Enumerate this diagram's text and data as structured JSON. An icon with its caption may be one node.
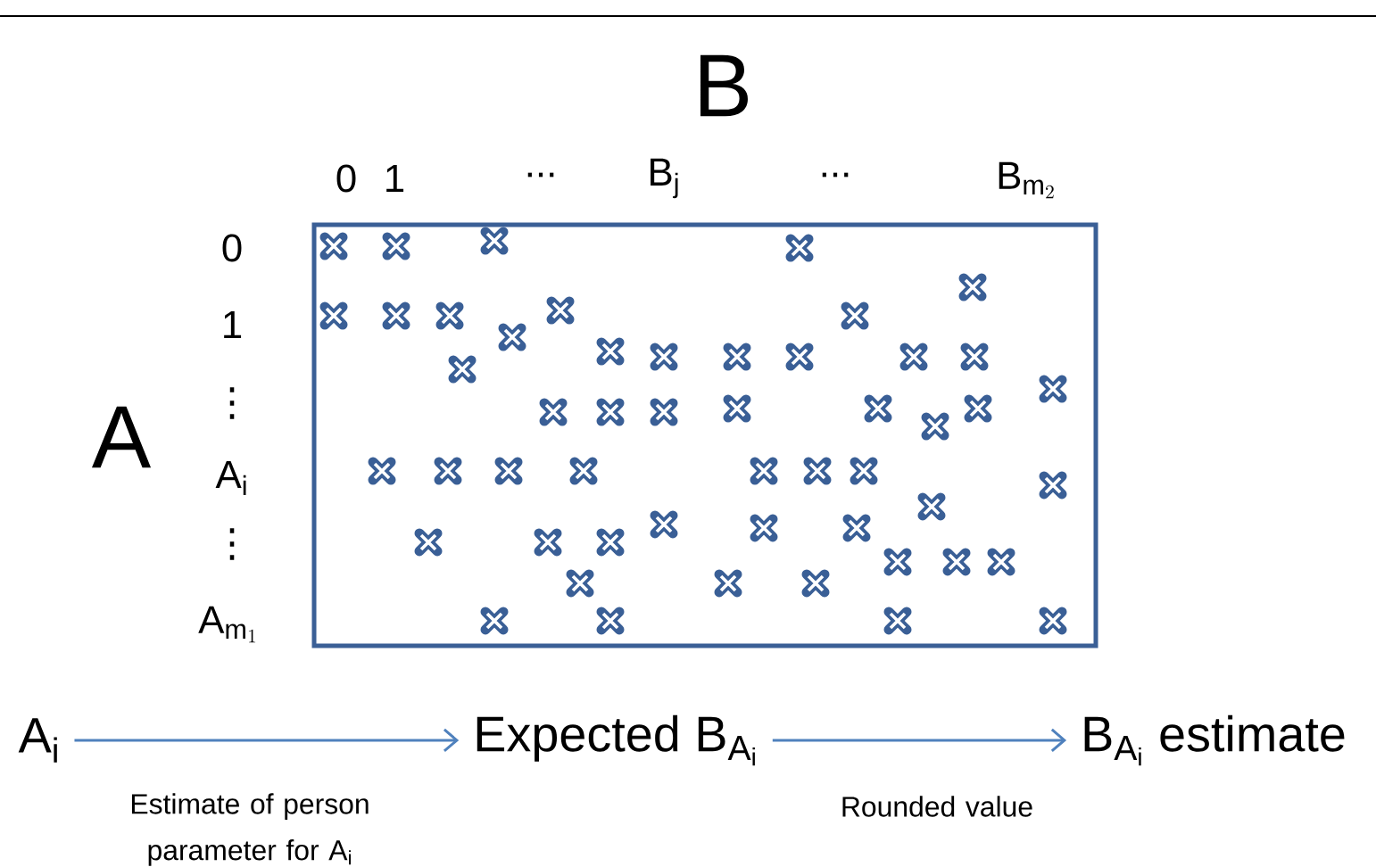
{
  "diagram": {
    "nodes": [
      {
        "text": [
          "A$_{i}$"
        ]
      },
      {
        "text": [
          "\\mathrm{Expected}\\ \\mathrm{B}_{\\mathrm{A}_{\\mathrm{i}}}"
        ]
      },
      {
        "text": [
          "\\mathrm{B}_{\\mathrm{A}_{\\mathrm{i}}}\\ \\mathrm{estimate}"
        ]
      }
    ],
    "edges": [
      {
        "from": 0,
        "to": 1,
        "arrow": "to",
        "label": "Estimate of person parameter for A$_{i}$"
      },
      {
        "from": 1,
        "to": 2,
        "arrow": "to",
        "label": "Rounded value"
      }
    ],
    "labels": [
      "B",
      "0",
      "1",
      "...",
      "B$_{j}$",
      "...",
      "\\mathrm{B}_{\\mathrm{m}_{2}}",
      "0",
      "1",
      "⋮",
      "A",
      "A$_{i}$",
      "⋮",
      "\\mathrm{A}_{\\mathrm{m}_{1}}"
    ]
  }
}
